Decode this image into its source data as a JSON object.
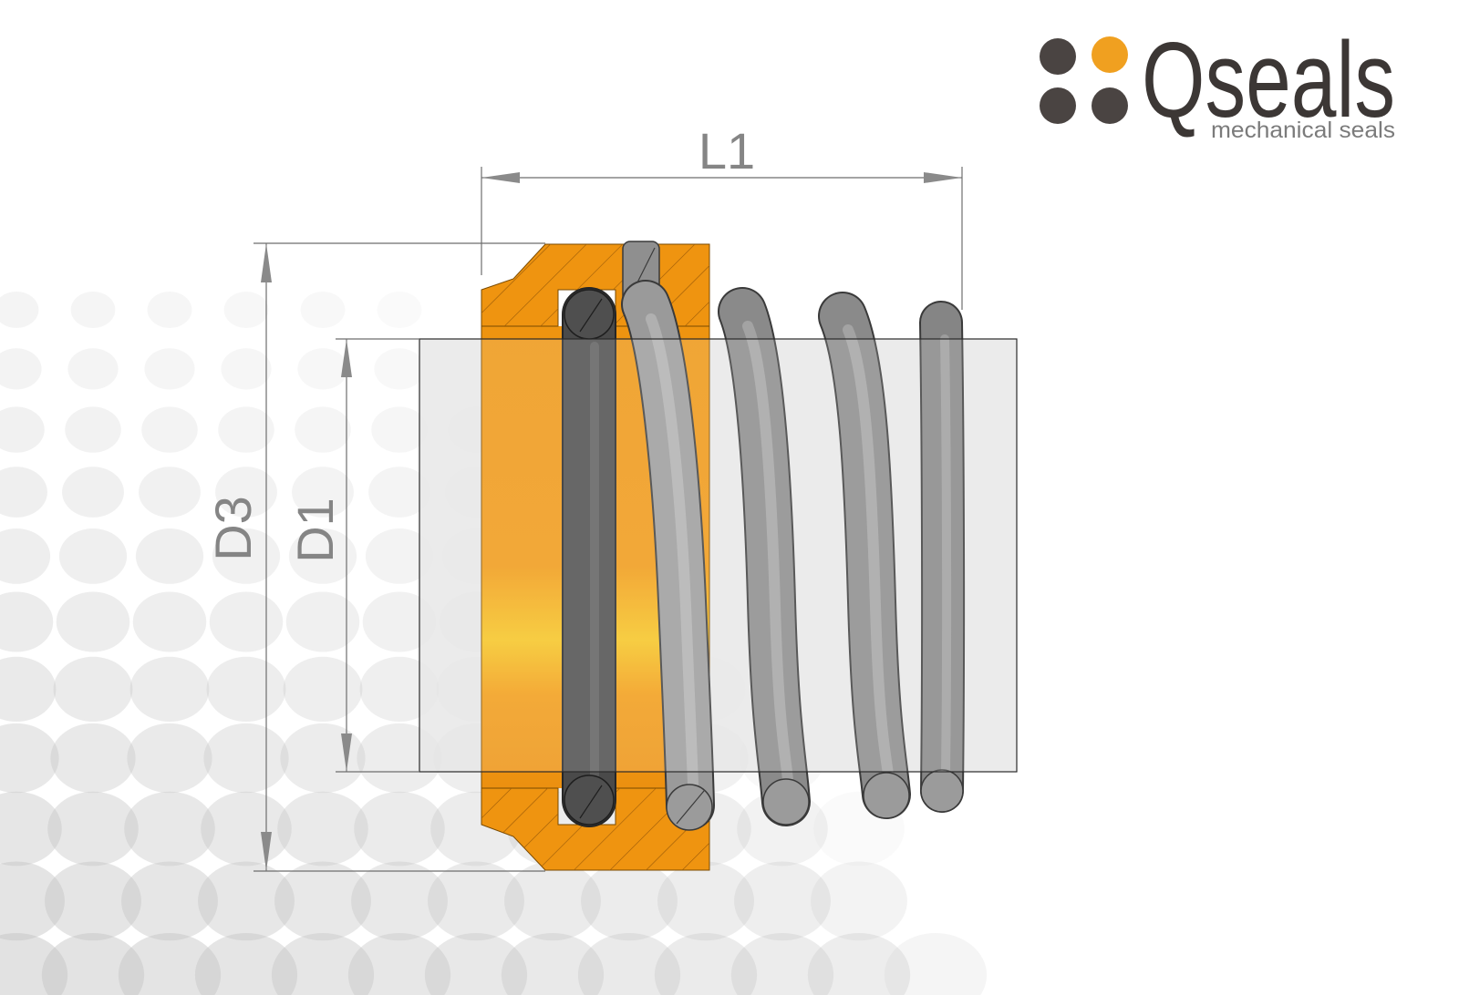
{
  "dimensions": {
    "l1": "L1",
    "d3": "D3",
    "d1": "D1"
  },
  "logo": {
    "brand": "Qseals",
    "tagline": "mechanical seals",
    "dot_colors": [
      "#4a4442",
      "#f0a020",
      "#4a4442",
      "#4a4442"
    ]
  },
  "colors": {
    "seal_body": "#ef9410",
    "spring": "#8e8e8e",
    "o_ring": "#4a4a4a",
    "shaft": "#e2e2e2",
    "dimension_text": "#858585"
  }
}
